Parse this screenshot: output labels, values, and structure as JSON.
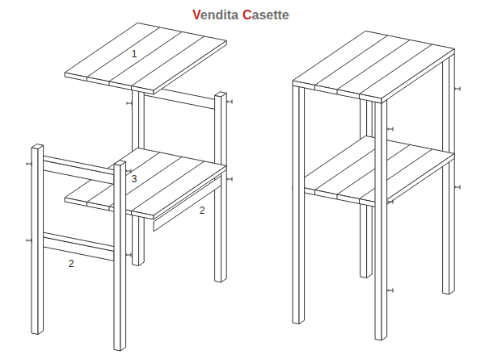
{
  "diagram": {
    "labels": [
      "Vendita",
      "Casette",
      "1",
      "3",
      "2",
      "2"
    ]
  }
}
